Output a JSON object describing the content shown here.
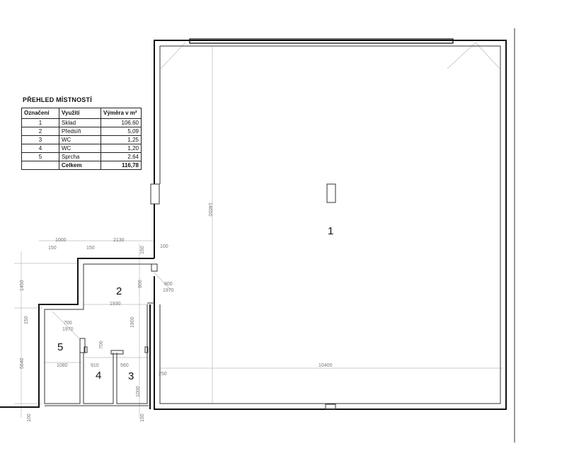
{
  "table": {
    "title": "PŘEHLED MÍSTNOSTÍ",
    "headers": [
      "Označení",
      "Využití",
      "Výměra v m²"
    ],
    "rows": [
      {
        "id": "1",
        "use": "Sklad",
        "area": "106,60"
      },
      {
        "id": "2",
        "use": "Předsíň",
        "area": "5,09"
      },
      {
        "id": "3",
        "use": "WC",
        "area": "1,25"
      },
      {
        "id": "4",
        "use": "WC",
        "area": "1,20"
      },
      {
        "id": "5",
        "use": "Sprcha",
        "area": "2,64"
      }
    ],
    "total_label": "Celkem",
    "total_value": "116,78"
  },
  "rooms": [
    "1",
    "2",
    "3",
    "4",
    "5"
  ],
  "dims": [
    "1000",
    "150",
    "150",
    "2130",
    "100",
    "150",
    "1450",
    "150",
    "5640",
    "800",
    "1970",
    "1930",
    "900",
    "700",
    "1970",
    "910",
    "560",
    "1000",
    "1080",
    "250",
    "10400",
    "14650",
    "100",
    "150",
    "700",
    "1900"
  ]
}
